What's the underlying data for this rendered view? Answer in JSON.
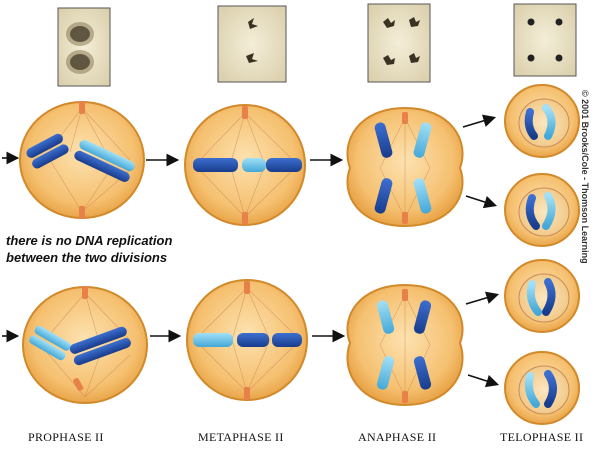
{
  "annotation": {
    "line1": "there is no DNA replication",
    "line2": "between the two divisions"
  },
  "stages": [
    "PROPHASE II",
    "METAPHASE II",
    "ANAPHASE II",
    "TELOPHASE II"
  ],
  "copyright": "© 2001 Brooks/Cole - Thomson Learning",
  "colors": {
    "cell_fill": "#f2b555",
    "cell_edge": "#d2892a",
    "chromosome_dark": "#1f4aa8",
    "chromosome_light": "#6fc6ea",
    "centriole": "#e8804a",
    "micrograph_bg": "#ece4c8",
    "arrow": "#111111"
  }
}
